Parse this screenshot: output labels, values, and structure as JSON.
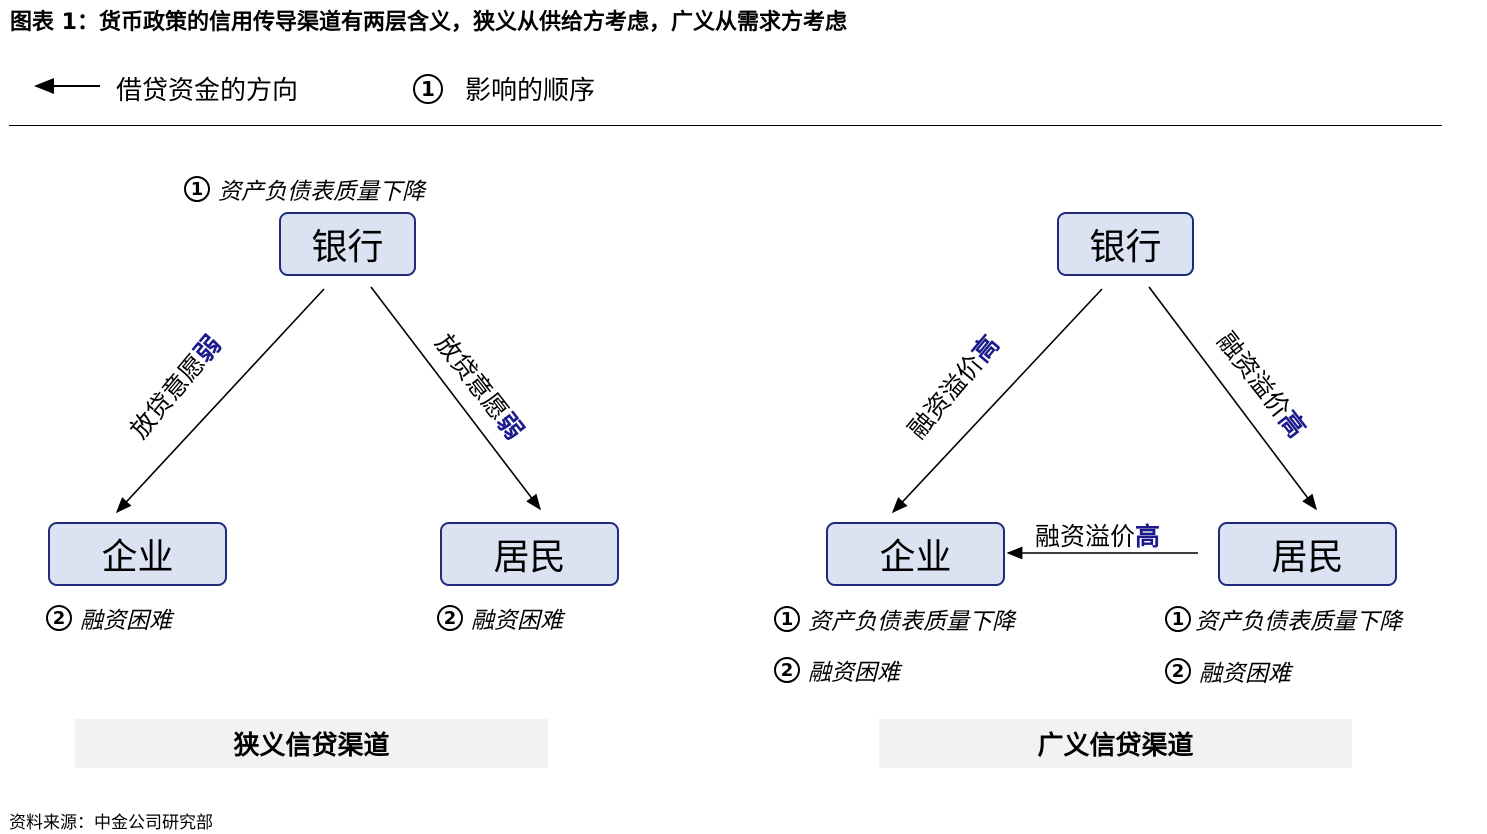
{
  "title": "图表 1：货币政策的信用传导渠道有两层含义，狭义从供给方考虑，广义从需求方考虑",
  "legend": {
    "arrow_label": "借贷资金的方向",
    "order_num": "1",
    "order_label": "影响的顺序"
  },
  "narrow": {
    "bank": "银行",
    "firm": "企业",
    "household": "居民",
    "bank_note": {
      "num": "1",
      "text": "资产负债表质量下降"
    },
    "left_label": {
      "text": "放贷意愿",
      "hi": "弱"
    },
    "right_label": {
      "text": "放贷意愿",
      "hi": "弱"
    },
    "firm_note": {
      "num": "2",
      "text": "融资困难"
    },
    "household_note": {
      "num": "2",
      "text": "融资困难"
    },
    "caption": "狭义信贷渠道"
  },
  "broad": {
    "bank": "银行",
    "firm": "企业",
    "household": "居民",
    "left_label": {
      "text": "融资溢价",
      "hi": "高"
    },
    "right_label": {
      "text": "融资溢价",
      "hi": "高"
    },
    "mid_label": {
      "text": "融资溢价",
      "hi": "高"
    },
    "firm_notes": [
      {
        "num": "1",
        "text": "资产负债表质量下降"
      },
      {
        "num": "2",
        "text": "融资困难"
      }
    ],
    "household_notes": [
      {
        "num": "1",
        "text": "资产负债表质量下降"
      },
      {
        "num": "2",
        "text": "融资困难"
      }
    ],
    "caption": "广义信贷渠道"
  },
  "source": "资料来源：中金公司研究部",
  "colors": {
    "box_fill": "#dbe3f3",
    "box_border": "#1f2a7a",
    "highlight": "#1a1a8c"
  }
}
